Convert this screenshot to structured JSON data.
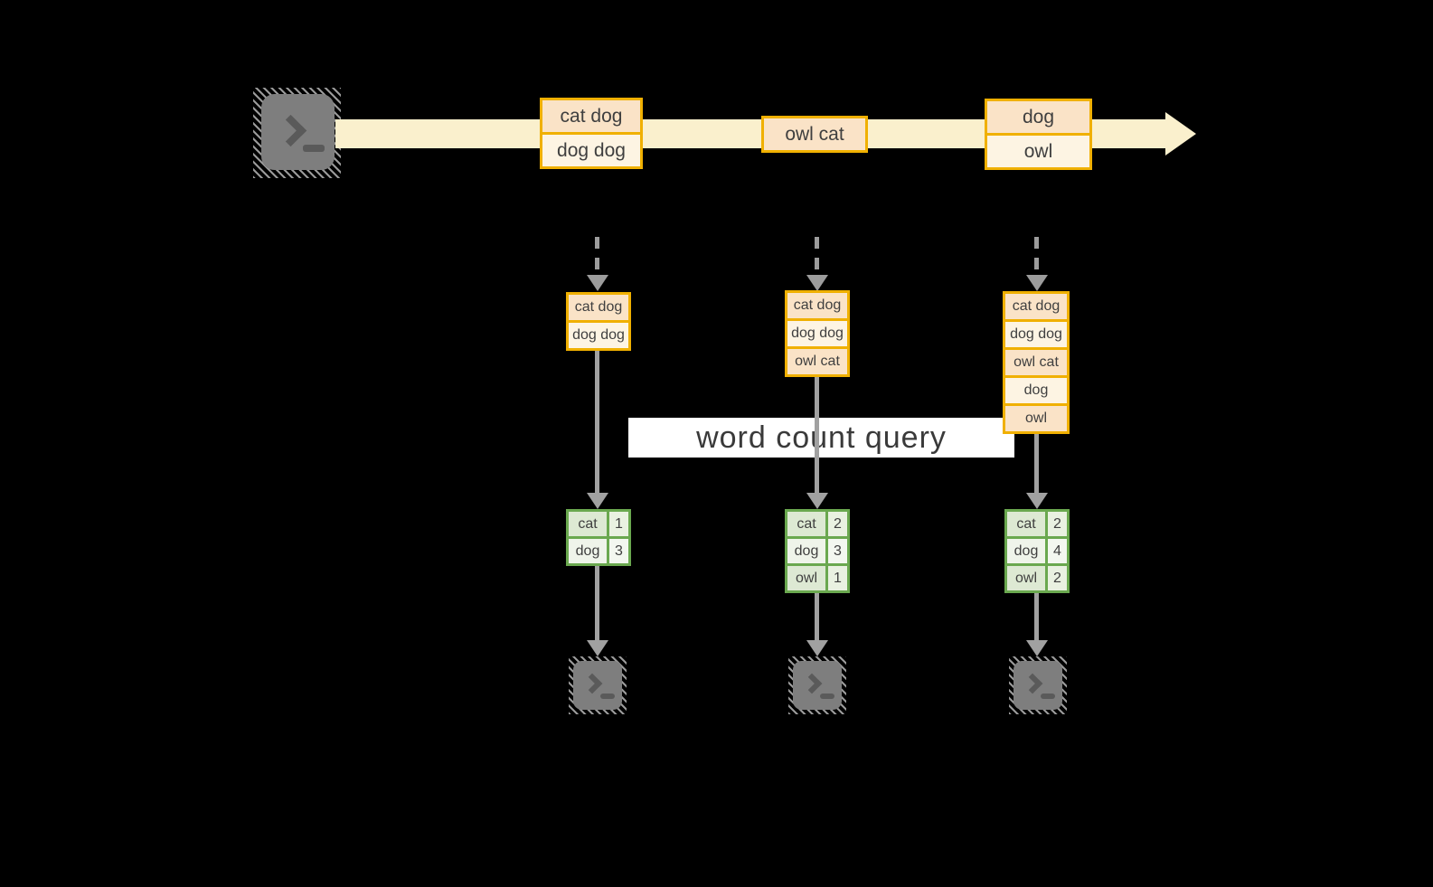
{
  "query_label": "word count query",
  "stream": {
    "batches": [
      {
        "cells": [
          "cat dog",
          "dog dog"
        ]
      },
      {
        "cells": [
          "owl cat"
        ]
      },
      {
        "cells": [
          "dog",
          "owl"
        ]
      }
    ]
  },
  "columns": [
    {
      "records": [
        "cat dog",
        "dog dog"
      ],
      "counts": [
        {
          "word": "cat",
          "count": "1"
        },
        {
          "word": "dog",
          "count": "3"
        }
      ]
    },
    {
      "records": [
        "cat dog",
        "dog dog",
        "owl cat"
      ],
      "counts": [
        {
          "word": "cat",
          "count": "2"
        },
        {
          "word": "dog",
          "count": "3"
        },
        {
          "word": "owl",
          "count": "1"
        }
      ]
    },
    {
      "records": [
        "cat dog",
        "dog dog",
        "owl cat",
        "dog",
        "owl"
      ],
      "counts": [
        {
          "word": "cat",
          "count": "2"
        },
        {
          "word": "dog",
          "count": "4"
        },
        {
          "word": "owl",
          "count": "2"
        }
      ]
    }
  ],
  "colors": {
    "background": "#000000",
    "stream_fill": "#faf0cd",
    "record_border": "#f0b000",
    "record_fill_dark": "#fae3c7",
    "record_fill_light": "#fdf4e3",
    "table_border": "#6aa84f",
    "table_fill_dark": "#dde9d3",
    "table_fill_light": "#eff4ea",
    "arrow_gray": "#a1a1a1",
    "terminal_gray": "#7e7e7e",
    "text": "#3f3f3f"
  },
  "icons": {
    "source": "terminal-icon",
    "sinks": [
      "terminal-icon",
      "terminal-icon",
      "terminal-icon"
    ]
  }
}
